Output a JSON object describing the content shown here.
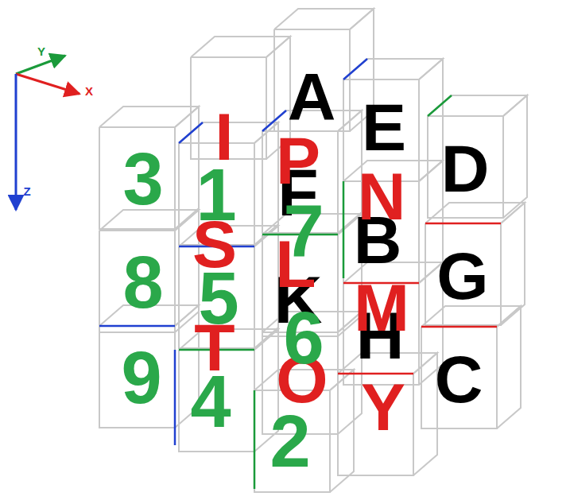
{
  "diagram": {
    "labels": [
      "Y",
      "X",
      "Z",
      "A",
      "I",
      "E",
      "D",
      "P",
      "3",
      "1",
      "N",
      "F",
      "7",
      "S",
      "B",
      "G",
      "8",
      "L",
      "M",
      "5",
      "K",
      "6",
      "H",
      "T",
      "C",
      "9",
      "O",
      "4",
      "Y",
      "2"
    ]
  }
}
